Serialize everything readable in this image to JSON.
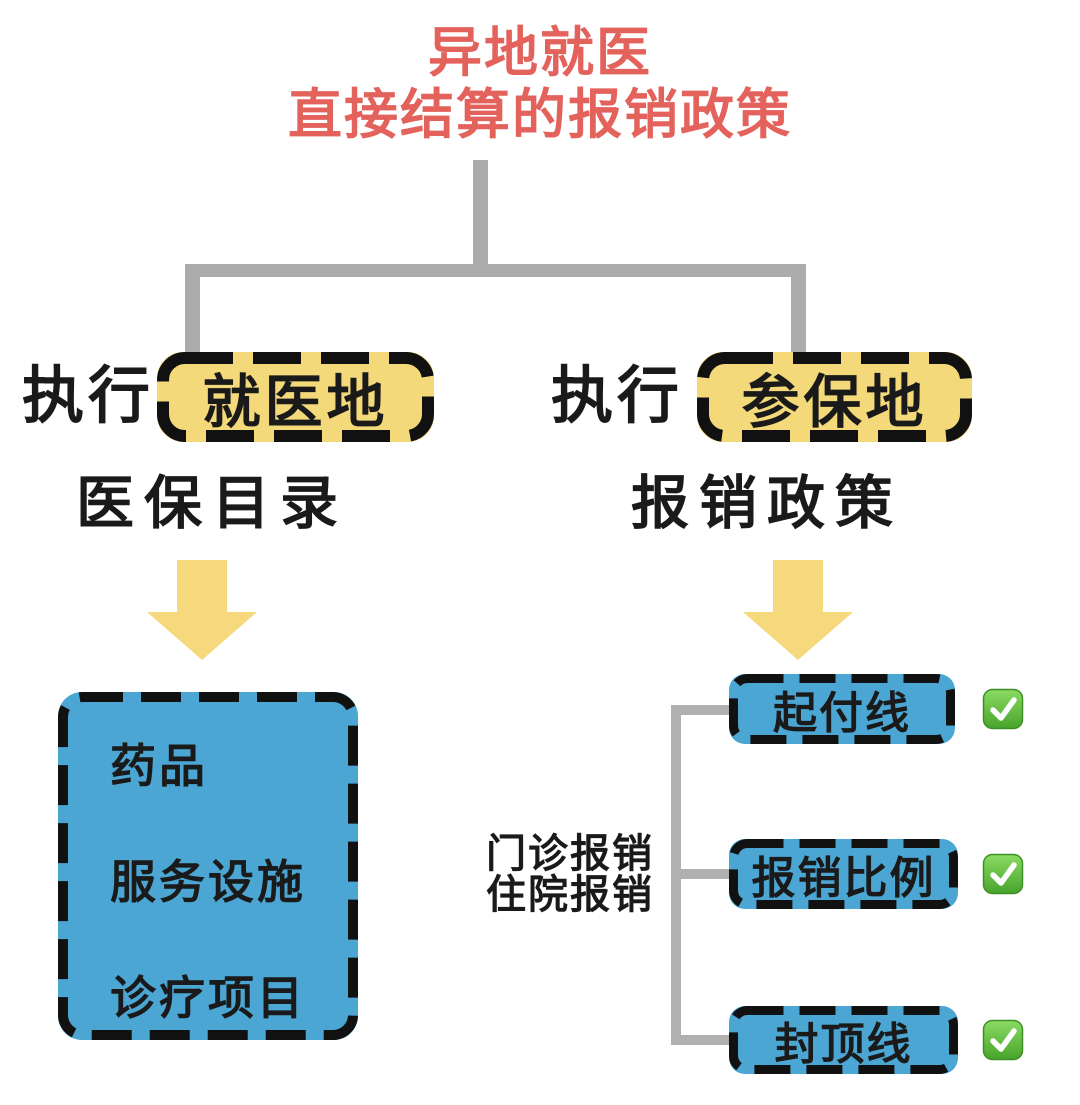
{
  "title": {
    "line1": "异地就医",
    "line2": "直接结算的报销政策"
  },
  "left_branch": {
    "prefix": "执行",
    "tag": "就医地",
    "subtitle": "医保目录"
  },
  "right_branch": {
    "prefix": "执行",
    "tag": "参保地",
    "subtitle": "报销政策"
  },
  "left_box": {
    "items": [
      "药品",
      "服务设施",
      "诊疗项目"
    ]
  },
  "right_section": {
    "bracket_label": {
      "line1": "门诊报销",
      "line2": "住院报销"
    },
    "items": [
      {
        "label": "起付线",
        "checked": true
      },
      {
        "label": "报销比例",
        "checked": true
      },
      {
        "label": "封顶线",
        "checked": true
      }
    ]
  },
  "colors": {
    "title_red": "#E4625C",
    "connector_gray": "#ACACAC",
    "highlight_yellow": "#F4D97A",
    "box_blue": "#4BA6D3",
    "arrow_yellow": "#F5D97C",
    "check_green": "#55B937",
    "text_black": "#1A1A1A"
  }
}
